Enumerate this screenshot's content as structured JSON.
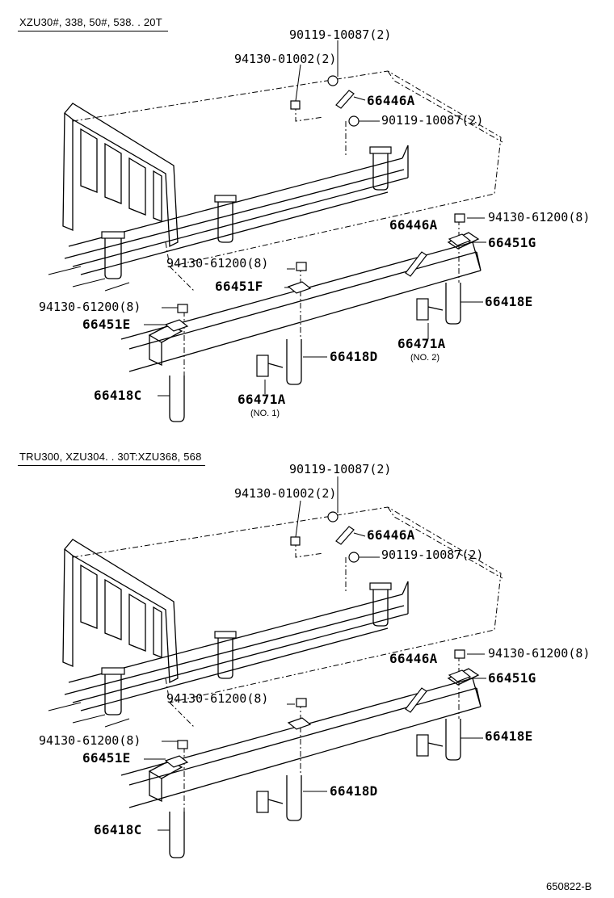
{
  "sections": [
    {
      "header": "XZU30#, 338, 50#, 538. . 20T",
      "labels": {
        "bolt_top": "90119-10087(2)",
        "nut_top": "94130-01002(2)",
        "bracket_top": "66446A",
        "bolt_mid": "90119-10087(2)",
        "nut_right": "94130-61200(8)",
        "bracket_right": "66446A",
        "plate_right": "66451G",
        "nut_center": "94130-61200(8)",
        "plate_center": "66451F",
        "bolt_right": "66418E",
        "nut_left": "94130-61200(8)",
        "plate_left": "66451E",
        "clip_no2": "66471A",
        "clip_no2_note": "(NO. 2)",
        "bolt_center": "66418D",
        "bolt_left": "66418C",
        "clip_no1": "66471A",
        "clip_no1_note": "(NO. 1)"
      }
    },
    {
      "header": "TRU300, XZU304. . 30T:XZU368, 568",
      "labels": {
        "bolt_top": "90119-10087(2)",
        "nut_top": "94130-01002(2)",
        "bracket_top": "66446A",
        "bolt_mid": "90119-10087(2)",
        "bracket_right": "66446A",
        "nut_right": "94130-61200(8)",
        "plate_right": "66451G",
        "nut_center": "94130-61200(8)",
        "bolt_right": "66418E",
        "nut_left": "94130-61200(8)",
        "plate_left": "66451E",
        "bolt_center": "66418D",
        "bolt_left": "66418C"
      }
    }
  ],
  "figure_id": "650822-B"
}
